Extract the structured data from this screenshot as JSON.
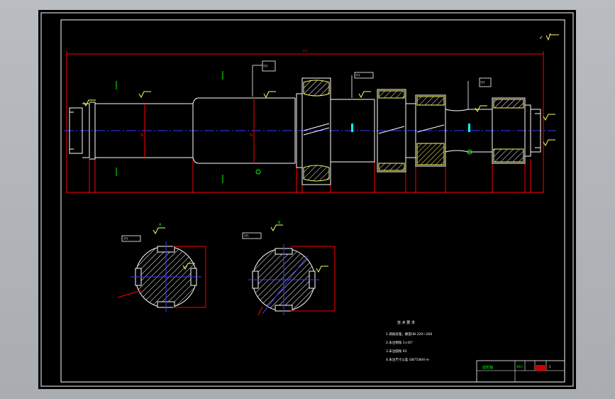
{
  "drawing": {
    "top_right_note": "✓",
    "main_view": {
      "overall_length_label": "???",
      "callout_labels": [
        "???",
        "???",
        "???"
      ]
    },
    "section_views": [
      {
        "label": "???",
        "mark": "A"
      },
      {
        "label": "???",
        "mark": "B"
      }
    ],
    "technical_requirements": {
      "heading": "技 术 要 求",
      "lines": [
        "1.调质处理，硬度HB 220～260",
        "2.未注倒角 1×45°",
        "3.未注圆角 R2",
        "4.未注尺寸公差 GB/T1804-m"
      ]
    },
    "title_block": {
      "name": "齿轮轴",
      "material": "40Cr",
      "qty": "1"
    }
  },
  "colors": {
    "outline": "#ffffff",
    "dimension": "#ff0000",
    "centerline": "#0000ff",
    "hatch": "#ffff00",
    "roughness": "#ffff00",
    "cyan_note": "#00ffff",
    "green_note": "#00ff00"
  }
}
